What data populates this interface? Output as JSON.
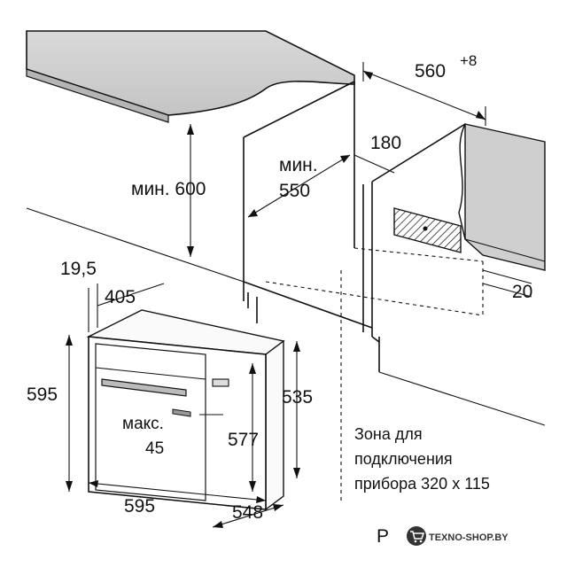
{
  "dimensions": {
    "niche_width": "560",
    "niche_width_tol": "+8",
    "min_height_label": "мин. 600",
    "min_depth_label_1": "мин.",
    "min_depth_label_2": "550",
    "vent_depth": "180",
    "vent_gap": "20",
    "panel_gap": "19,5",
    "door_depth": "405",
    "oven_height": "595",
    "oven_width": "595",
    "oven_depth": "548",
    "body_height_1": "577",
    "body_height_2": "535",
    "max_label_1": "макс.",
    "max_label_2": "45"
  },
  "connection_zone": {
    "line1": "Зона для",
    "line2": "подключения",
    "line3": "прибора 320 x 115"
  },
  "footer": {
    "letter": "P",
    "brand": "TEXNO-SHOP.BY",
    "brand_color": "#333333",
    "brand_icon": "cart-icon"
  }
}
